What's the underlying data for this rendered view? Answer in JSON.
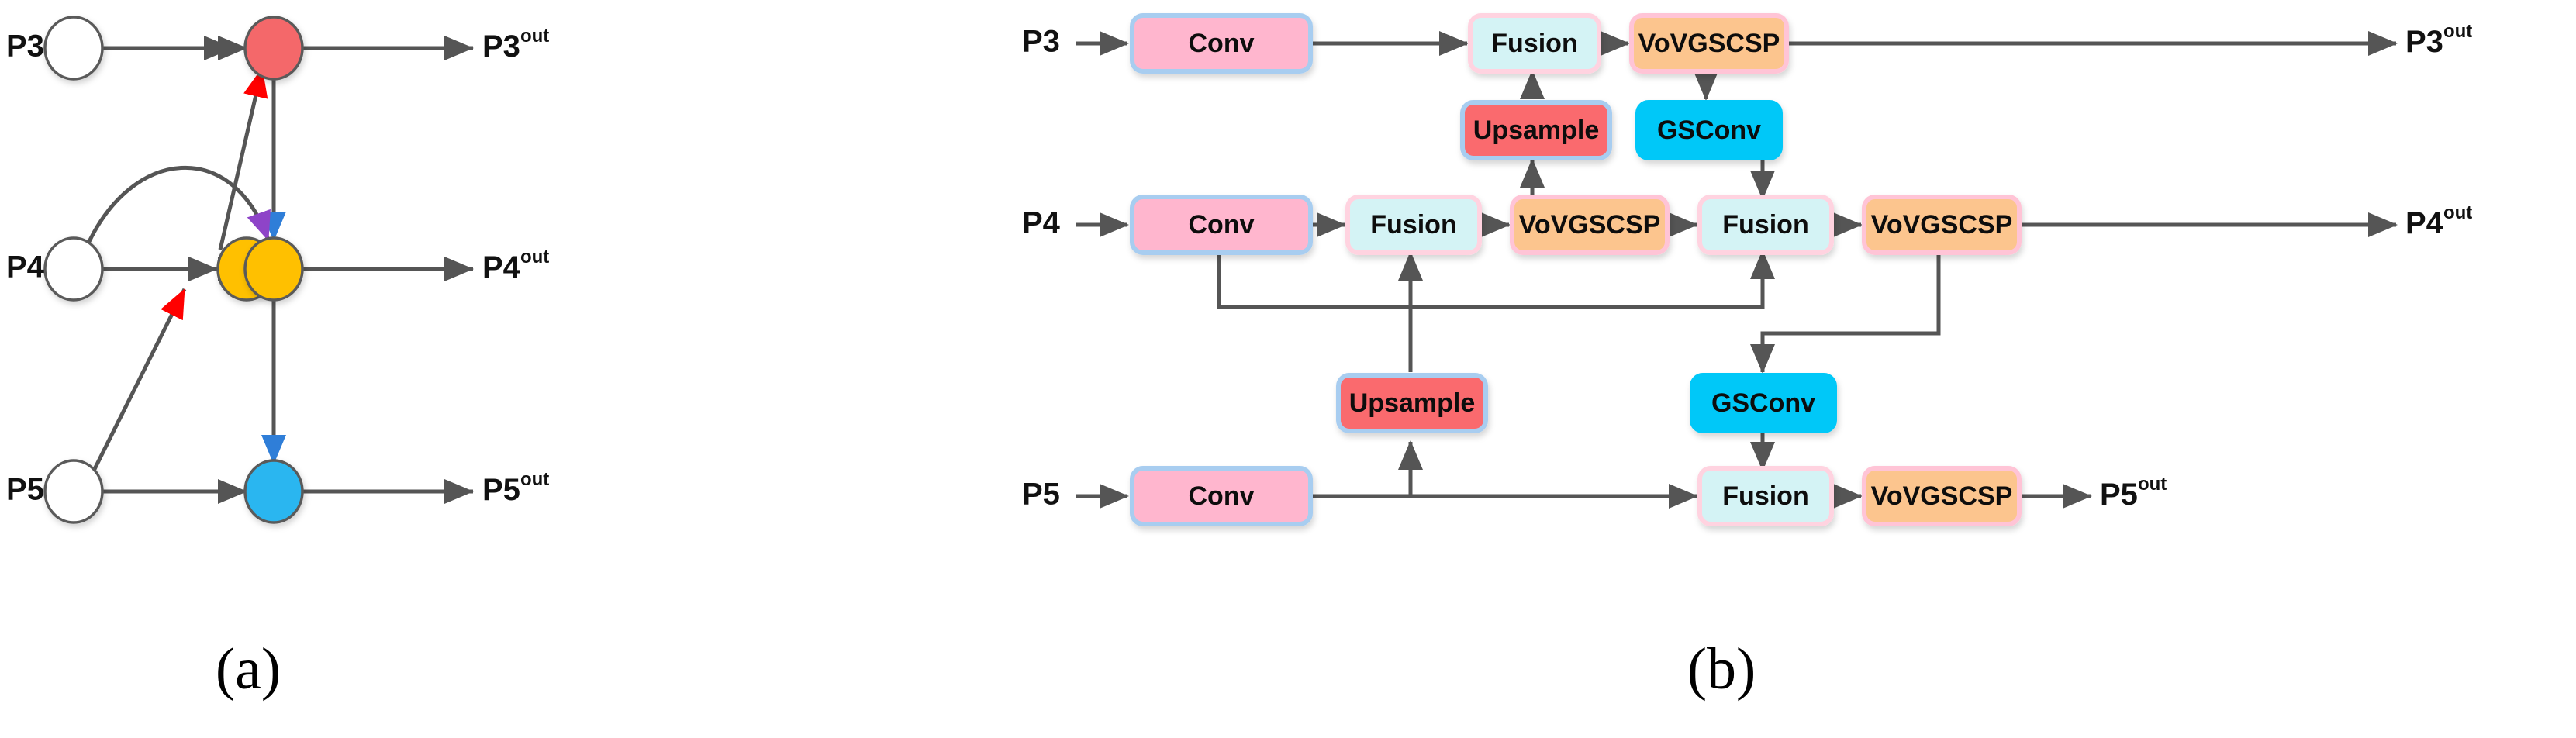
{
  "figure": {
    "panels": [
      {
        "id": "a",
        "caption": "(a)"
      },
      {
        "id": "b",
        "caption": "(b)"
      }
    ]
  },
  "colors": {
    "node_white": "#ffffff",
    "node_red": "#f4676b",
    "node_yellow": "#ffc000",
    "node_blue": "#29b6f0",
    "node_stroke": "#5a5a5a",
    "arrow_gray": "#555555",
    "arrow_red": "#ff0000",
    "arrow_blue": "#2f7ed8",
    "arrow_purple": "#8e44c8",
    "block_conv_fill": "#ffb6ce",
    "block_conv_border": "#a8cdf0",
    "block_fusion_fill": "#d4f3f5",
    "block_fusion_border": "#ffd3e0",
    "block_vovgscsp_fill": "#fcc58e",
    "block_vovgscsp_border": "#ffc4d6",
    "block_upsample_fill": "#fa6a6e",
    "block_upsample_border": "#a8cdf0",
    "block_gsconv_fill": "#00c8f8",
    "block_gsconv_border": "#00c8f8"
  },
  "panel_a": {
    "input_labels": [
      {
        "id": "p3",
        "text": "P3"
      },
      {
        "id": "p4",
        "text": "P4"
      },
      {
        "id": "p5",
        "text": "P5"
      }
    ],
    "output_labels": [
      {
        "id": "p3out",
        "base": "P3",
        "sup": "out"
      },
      {
        "id": "p4out",
        "base": "P4",
        "sup": "out"
      },
      {
        "id": "p5out",
        "base": "P5",
        "sup": "out"
      }
    ],
    "nodes": [
      {
        "id": "p3-in",
        "row": "P3",
        "fill": "#ffffff",
        "kind": "input"
      },
      {
        "id": "p4-in",
        "row": "P4",
        "fill": "#ffffff",
        "kind": "input"
      },
      {
        "id": "p5-in",
        "row": "P5",
        "fill": "#ffffff",
        "kind": "input"
      },
      {
        "id": "p4-mid",
        "row": "P4",
        "fill": "#ffc000",
        "kind": "intermediate"
      },
      {
        "id": "p3-out-node",
        "row": "P3",
        "fill": "#f4676b",
        "kind": "output"
      },
      {
        "id": "p4-out-node",
        "row": "P4",
        "fill": "#ffc000",
        "kind": "output"
      },
      {
        "id": "p5-out-node",
        "row": "P5",
        "fill": "#29b6f0",
        "kind": "output"
      }
    ],
    "edges": [
      {
        "id": "a-e1",
        "from": "p3-in",
        "to": "p3-out-node",
        "color": "#555555",
        "style": "straight"
      },
      {
        "id": "a-e2",
        "from": "p4-in",
        "to": "p4-mid",
        "color": "#555555",
        "style": "straight"
      },
      {
        "id": "a-e3",
        "from": "p4-mid",
        "to": "p4-out-node",
        "color": "#555555",
        "style": "straight"
      },
      {
        "id": "a-e4",
        "from": "p5-in",
        "to": "p5-out-node",
        "color": "#555555",
        "style": "straight"
      },
      {
        "id": "a-e5",
        "from": "p3-out-node",
        "to": "p3out-label",
        "color": "#555555",
        "style": "straight"
      },
      {
        "id": "a-e6",
        "from": "p4-out-node",
        "to": "p4out-label",
        "color": "#555555",
        "style": "straight"
      },
      {
        "id": "a-e7",
        "from": "p5-out-node",
        "to": "p5out-label",
        "color": "#555555",
        "style": "straight"
      },
      {
        "id": "a-e8",
        "from": "p5-in",
        "to": "p4-mid",
        "color": "#ff0000",
        "style": "diagonal"
      },
      {
        "id": "a-e9",
        "from": "p4-mid",
        "to": "p3-out-node",
        "color": "#ff0000",
        "style": "diagonal"
      },
      {
        "id": "a-e10",
        "from": "p3-out-node",
        "to": "p4-out-node",
        "color": "#2f7ed8",
        "style": "vertical"
      },
      {
        "id": "a-e11",
        "from": "p4-out-node",
        "to": "p5-out-node",
        "color": "#2f7ed8",
        "style": "vertical"
      },
      {
        "id": "a-e12",
        "from": "p4-in",
        "to": "p4-out-node",
        "color": "#8e44c8",
        "style": "curve"
      }
    ]
  },
  "panel_b": {
    "input_labels": [
      {
        "id": "p3",
        "text": "P3"
      },
      {
        "id": "p4",
        "text": "P4"
      },
      {
        "id": "p5",
        "text": "P5"
      }
    ],
    "output_labels": [
      {
        "id": "p3out",
        "base": "P3",
        "sup": "out"
      },
      {
        "id": "p4out",
        "base": "P4",
        "sup": "out"
      },
      {
        "id": "p5out",
        "base": "P5",
        "sup": "out"
      }
    ],
    "blocks": [
      {
        "id": "b-p3-conv",
        "label": "Conv",
        "row": "P3",
        "type": "conv"
      },
      {
        "id": "b-p3-fusion",
        "label": "Fusion",
        "row": "P3",
        "type": "fusion"
      },
      {
        "id": "b-p3-vov",
        "label": "VoVGSCSP",
        "row": "P3",
        "type": "vovgscsp"
      },
      {
        "id": "b-mid-upsample1",
        "label": "Upsample",
        "row": "mid-upper",
        "type": "upsample"
      },
      {
        "id": "b-mid-gsconv1",
        "label": "GSConv",
        "row": "mid-upper",
        "type": "gsconv"
      },
      {
        "id": "b-p4-conv",
        "label": "Conv",
        "row": "P4",
        "type": "conv"
      },
      {
        "id": "b-p4-fusion1",
        "label": "Fusion",
        "row": "P4",
        "type": "fusion"
      },
      {
        "id": "b-p4-vov1",
        "label": "VoVGSCSP",
        "row": "P4",
        "type": "vovgscsp"
      },
      {
        "id": "b-p4-fusion2",
        "label": "Fusion",
        "row": "P4",
        "type": "fusion"
      },
      {
        "id": "b-p4-vov2",
        "label": "VoVGSCSP",
        "row": "P4",
        "type": "vovgscsp"
      },
      {
        "id": "b-mid-upsample2",
        "label": "Upsample",
        "row": "mid-lower",
        "type": "upsample"
      },
      {
        "id": "b-mid-gsconv2",
        "label": "GSConv",
        "row": "mid-lower",
        "type": "gsconv"
      },
      {
        "id": "b-p5-conv",
        "label": "Conv",
        "row": "P5",
        "type": "conv"
      },
      {
        "id": "b-p5-fusion",
        "label": "Fusion",
        "row": "P5",
        "type": "fusion"
      },
      {
        "id": "b-p5-vov",
        "label": "VoVGSCSP",
        "row": "P5",
        "type": "vovgscsp"
      }
    ]
  }
}
